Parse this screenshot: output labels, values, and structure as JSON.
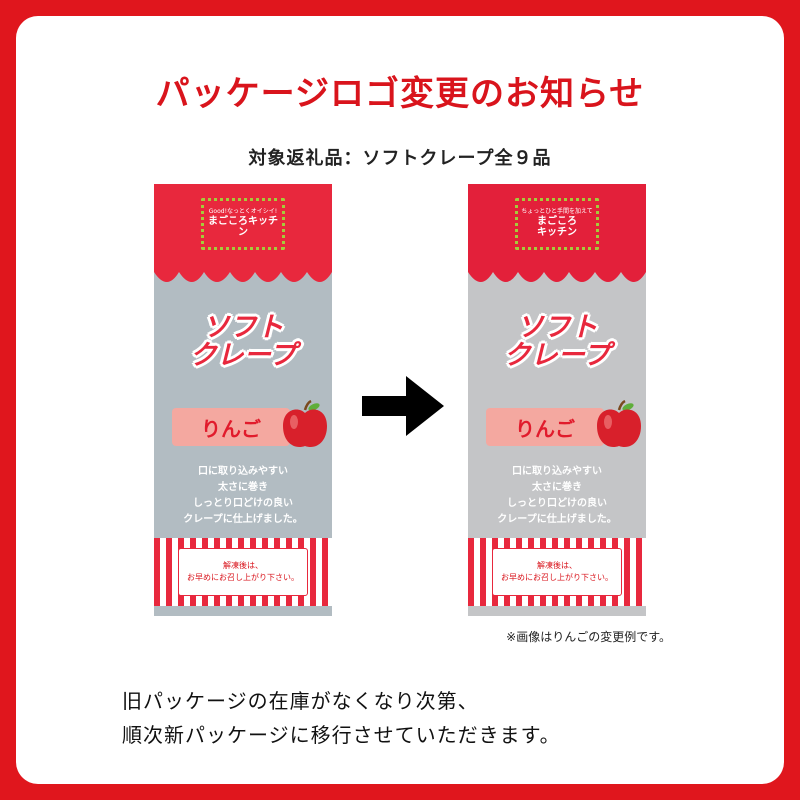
{
  "headline": "パッケージロゴ変更のお知らせ",
  "subject": "対象返礼品：ソフトクレープ全９品",
  "package": {
    "title_line1": "ソフト",
    "title_line2": "クレープ",
    "flavor": "りんご",
    "desc": [
      "口に取り込みやすい",
      "太さに巻き",
      "しっとり口どけの良い",
      "クレープに仕上げました。"
    ],
    "note": [
      "解凍後は、",
      "お早めにお召し上がり下さい。"
    ]
  },
  "old_logo": {
    "line1": "Good!なっとくオイシイ!",
    "line2": "まごころキッチン"
  },
  "new_logo": {
    "line1": "ちょっとひと手間を加えて",
    "line2": "まごころ",
    "line3": "キッチン"
  },
  "example_note": "※画像はりんごの変更例です。",
  "footer": {
    "line1": "旧パッケージの在庫がなくなり次第、",
    "line2": "順次新パッケージに移行させていただきます。"
  },
  "colors": {
    "brand_red": "#e0161d",
    "package_red": "#e8283d",
    "dotted_frame": "#a5cc3a"
  },
  "icons": [
    "right-arrow-icon",
    "apple-icon"
  ]
}
